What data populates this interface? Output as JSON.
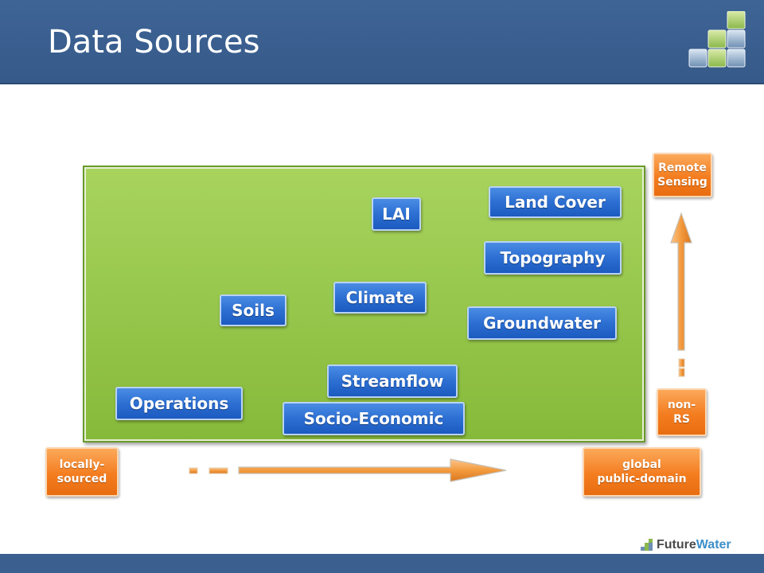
{
  "header": {
    "title": "Data Sources"
  },
  "diagram": {
    "blue_boxes": {
      "land_cover": "Land Cover",
      "lai": "LAI",
      "topography": "Topography",
      "climate": "Climate",
      "soils": "Soils",
      "groundwater": "Groundwater",
      "streamflow": "Streamflow",
      "operations": "Operations",
      "socio_economic": "Socio-Economic"
    },
    "orange_boxes": {
      "remote_sensing_1": "Remote",
      "remote_sensing_2": "Sensing",
      "non_rs_1": "non-",
      "non_rs_2": "RS",
      "locally_1": "locally-",
      "locally_2": "sourced",
      "global_1": "global",
      "global_2": "public-domain"
    }
  },
  "footer": {
    "brand_part1": "Future",
    "brand_part2": "Water"
  },
  "colors": {
    "header": "#3e6496",
    "panel": "#96c748",
    "blue_box": "#2c6fd2",
    "orange_box": "#f47d20"
  }
}
